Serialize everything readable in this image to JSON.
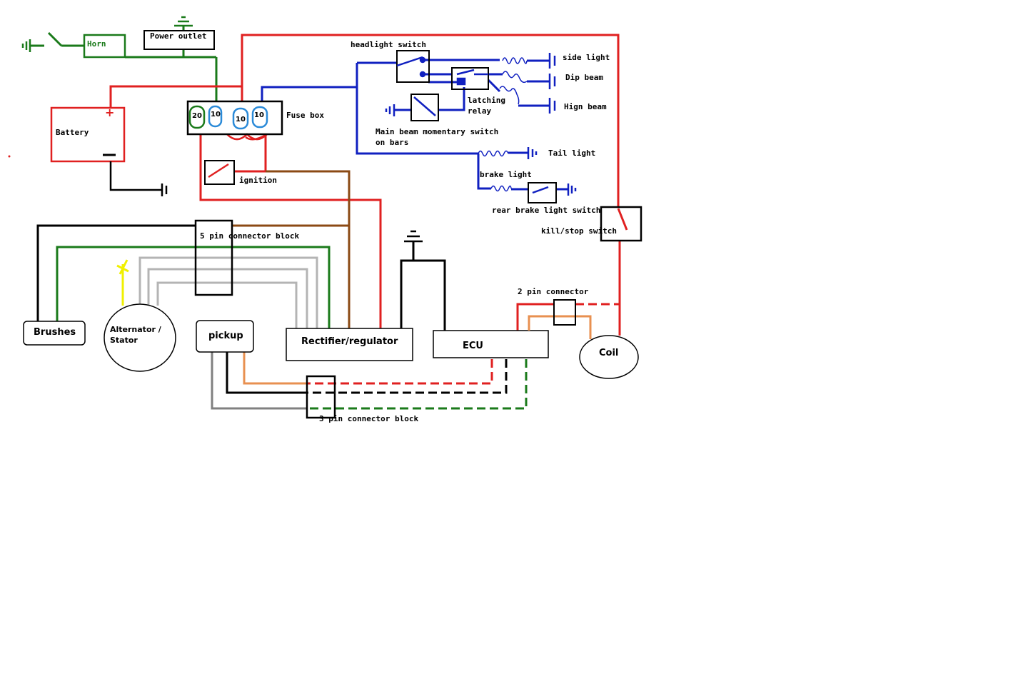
{
  "labels": {
    "horn": "Horn",
    "power_outlet": "Power outlet",
    "battery": "Battery",
    "fuse_box": "Fuse box",
    "ignition": "ignition",
    "headlight_switch": "headlight switch",
    "latching_relay_1": "latching",
    "latching_relay_2": "relay",
    "main_beam_1": "Main beam momentary switch",
    "main_beam_2": "on bars",
    "side_light": "side light",
    "dip_beam": "Dip beam",
    "high_beam": "Hign beam",
    "tail_light": "Tail light",
    "brake_light": "brake light",
    "rear_brake_switch": "rear brake light switch",
    "kill_switch": "kill/stop switch",
    "five_pin": "5 pin connector block",
    "brushes": "Brushes",
    "alternator_1": "Alternator /",
    "alternator_2": "Stator",
    "pickup": "pickup",
    "rectifier": "Rectifier/regulator",
    "ecu": "ECU",
    "two_pin": "2 pin connector",
    "coil": "Coil",
    "three_pin": "3 pin connector block",
    "battery_plus": "+",
    "battery_minus": "—"
  },
  "fuses": [
    "20",
    "10",
    "10",
    "10"
  ],
  "colors": {
    "red": "#e02020",
    "blue": "#1020c0",
    "green": "#1a7a1a",
    "black": "#000000",
    "brown": "#8b4a14",
    "grey": "#b4b4b4",
    "dark_grey": "#808080",
    "orange": "#e89050",
    "yellow": "#f0f000",
    "fuse_blue": "#2a8ad8"
  }
}
